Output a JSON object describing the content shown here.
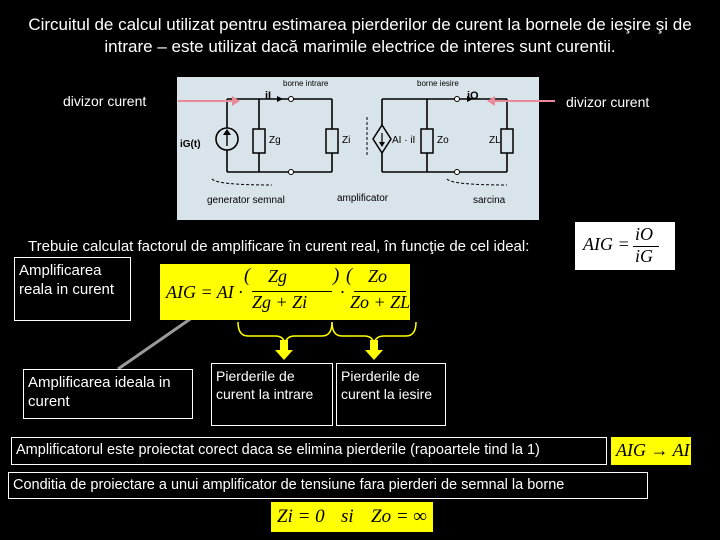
{
  "title": "Circuitul de calcul utilizat pentru estimarea pierderilor de curent la bornele de ieşire şi de intrare – este utilizat dacă marimile electrice de interes sunt curentii.",
  "labels": {
    "divizor_left": "divizor curent",
    "divizor_right": "divizor curent",
    "trebuie": "Trebuie calculat factorul de amplificare în curent real, în funcţie de cel ideal:"
  },
  "circuit": {
    "ii": "iI",
    "io": "iO",
    "borne_intrare": "borne intrare",
    "borne_iesire": "borne iesire",
    "zg": "Zg",
    "zi": "Zi",
    "zo": "Zo",
    "zl": "ZL",
    "source": "iG(t)",
    "controlled": "AI · iI",
    "generator": "generator semnal",
    "amplificator": "amplificator",
    "sarcina": "sarcina"
  },
  "boxes": {
    "amp_reala": "Amplificarea reala in curent",
    "amp_ideala": "Amplificarea ideala in curent",
    "pierderi_intrare": "Pierderile de curent la intrare",
    "pierderi_iesire": "Pierderile de curent la iesire",
    "proiectat": "Amplificatorul este proiectat corect daca se elimina pierderile (rapoartele tind la 1)",
    "conditia": "Conditia de proiectare a unui amplificator de tensiune fara pierderi de semnal la borne"
  },
  "formulas": {
    "aig_lhs": "AIG =",
    "aig_num": "iO",
    "aig_den": "iG",
    "main_lhs": "AIG = AI ·",
    "f1_num": "Zg",
    "f1_den": "Zg + Zi",
    "f2_num": "Zo",
    "f2_den": "Zo + ZL",
    "limit": "AIG → AI",
    "zi_cond": "Zi = 0",
    "si": "si",
    "zo_cond": "Zo = ∞"
  },
  "colors": {
    "background": "#000000",
    "formula_highlight": "#ffff00",
    "arrow_gray": "#9a9a9a",
    "pink_arrow": "#e88a9a",
    "circuit_bg": "#d9e3ea"
  }
}
